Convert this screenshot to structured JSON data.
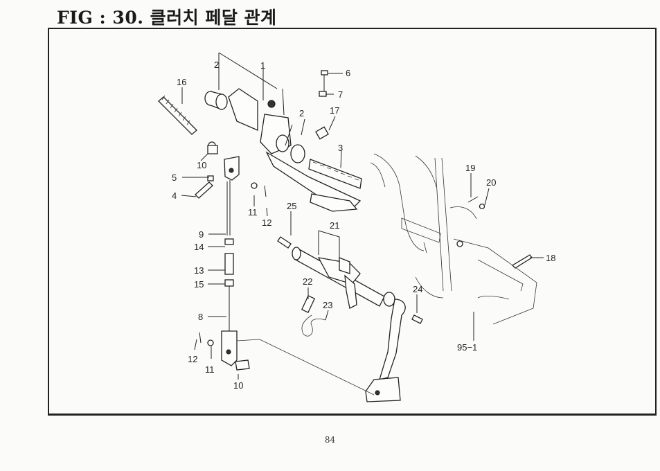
{
  "title": "FIG : 30. 클러치 페달 관계",
  "page_number": "84",
  "callouts": [
    {
      "id": "1",
      "text": "1"
    },
    {
      "id": "2a",
      "text": "2"
    },
    {
      "id": "2b",
      "text": "2"
    },
    {
      "id": "3",
      "text": "3"
    },
    {
      "id": "4",
      "text": "4"
    },
    {
      "id": "5",
      "text": "5"
    },
    {
      "id": "6",
      "text": "6"
    },
    {
      "id": "7",
      "text": "7"
    },
    {
      "id": "8",
      "text": "8"
    },
    {
      "id": "9",
      "text": "9"
    },
    {
      "id": "10a",
      "text": "10"
    },
    {
      "id": "10b",
      "text": "10"
    },
    {
      "id": "11a",
      "text": "11"
    },
    {
      "id": "11b",
      "text": "11"
    },
    {
      "id": "12a",
      "text": "12"
    },
    {
      "id": "12b",
      "text": "12"
    },
    {
      "id": "13",
      "text": "13"
    },
    {
      "id": "14",
      "text": "14"
    },
    {
      "id": "15",
      "text": "15"
    },
    {
      "id": "16",
      "text": "16"
    },
    {
      "id": "17",
      "text": "17"
    },
    {
      "id": "18",
      "text": "18"
    },
    {
      "id": "19",
      "text": "19"
    },
    {
      "id": "20",
      "text": "20"
    },
    {
      "id": "21",
      "text": "21"
    },
    {
      "id": "22",
      "text": "22"
    },
    {
      "id": "23",
      "text": "23"
    },
    {
      "id": "24",
      "text": "24"
    },
    {
      "id": "25",
      "text": "25"
    },
    {
      "id": "95-1",
      "text": "95−1"
    }
  ]
}
